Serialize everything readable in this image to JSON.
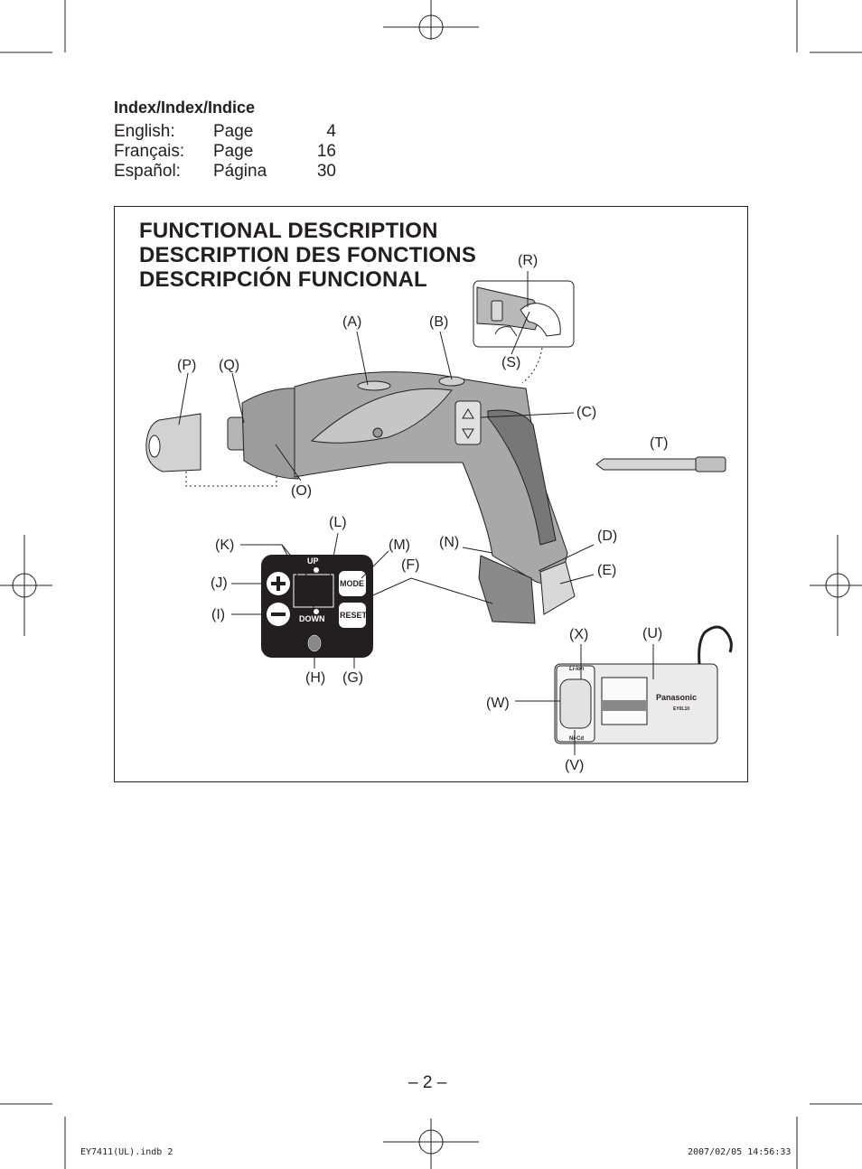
{
  "index": {
    "title": "Index/Index/Indice",
    "rows": [
      {
        "language": "English:",
        "word": "Page",
        "page": "4"
      },
      {
        "language": "Français:",
        "word": "Page",
        "page": "16"
      },
      {
        "language": "Español:",
        "word": "Página",
        "page": "30"
      }
    ]
  },
  "section": {
    "titles": [
      "FUNCTIONAL DESCRIPTION",
      "DESCRIPTION DES FONCTIONS",
      "DESCRIPCIÓN FUNCIONAL"
    ]
  },
  "labels": {
    "A": "(A)",
    "B": "(B)",
    "C": "(C)",
    "D": "(D)",
    "E": "(E)",
    "F": "(F)",
    "G": "(G)",
    "H": "(H)",
    "I": "(I)",
    "J": "(J)",
    "K": "(K)",
    "L": "(L)",
    "M": "(M)",
    "N": "(N)",
    "O": "(O)",
    "P": "(P)",
    "Q": "(Q)",
    "R": "(R)",
    "S": "(S)",
    "T": "(T)",
    "U": "(U)",
    "V": "(V)",
    "W": "(W)",
    "X": "(X)"
  },
  "panel": {
    "up": "UP",
    "down": "DOWN",
    "mode": "MODE",
    "reset": "RESET"
  },
  "charger": {
    "brand": "Panasonic",
    "model": "EY0L10",
    "liion": "Li-ion",
    "nicd": "Ni-Cd"
  },
  "page_number": "– 2 –",
  "footer": {
    "file": "EY7411(UL).indb   2",
    "date": "2007/02/05   14:56:33"
  }
}
